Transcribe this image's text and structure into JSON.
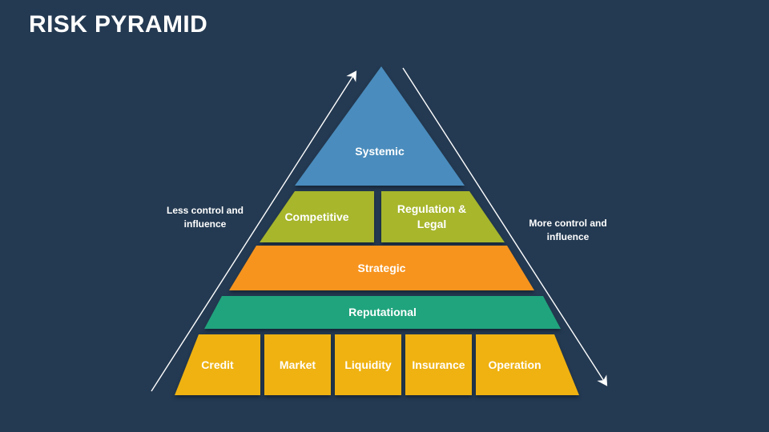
{
  "slide": {
    "title": "RISK PYRAMID",
    "colors": {
      "background": "#243A52",
      "systemic": "#4A8CBD",
      "competitive": "#A7B62B",
      "regulation_legal": "#A7B62B",
      "strategic": "#F7941E",
      "reputational": "#20A47D",
      "base_tier": "#EFB211",
      "text": "#FFFFFF",
      "arrow": "#FFFFFF"
    }
  },
  "pyramid": {
    "levels": [
      {
        "tier": 1,
        "label": "Systemic"
      },
      {
        "tier": 2,
        "label": "Competitive"
      },
      {
        "tier": 2,
        "label": "Regulation & Legal"
      },
      {
        "tier": 3,
        "label": "Strategic"
      },
      {
        "tier": 4,
        "label": "Reputational"
      },
      {
        "tier": 5,
        "label": "Credit"
      },
      {
        "tier": 5,
        "label": "Market"
      },
      {
        "tier": 5,
        "label": "Liquidity"
      },
      {
        "tier": 5,
        "label": "Insurance"
      },
      {
        "tier": 5,
        "label": "Operation"
      }
    ]
  },
  "annotations": {
    "left_arrow_label": "Less control and influence",
    "right_arrow_label": "More control and influence"
  }
}
